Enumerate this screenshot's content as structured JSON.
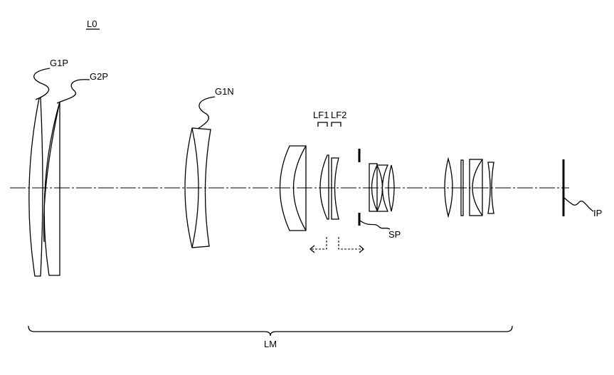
{
  "labels": {
    "system": "L0",
    "g1p": "G1P",
    "g2p": "G2P",
    "g1n": "G1N",
    "lf1": "LF1",
    "lf2": "LF2",
    "stop": "SP",
    "image_plane": "IP",
    "main_group": "LM"
  }
}
